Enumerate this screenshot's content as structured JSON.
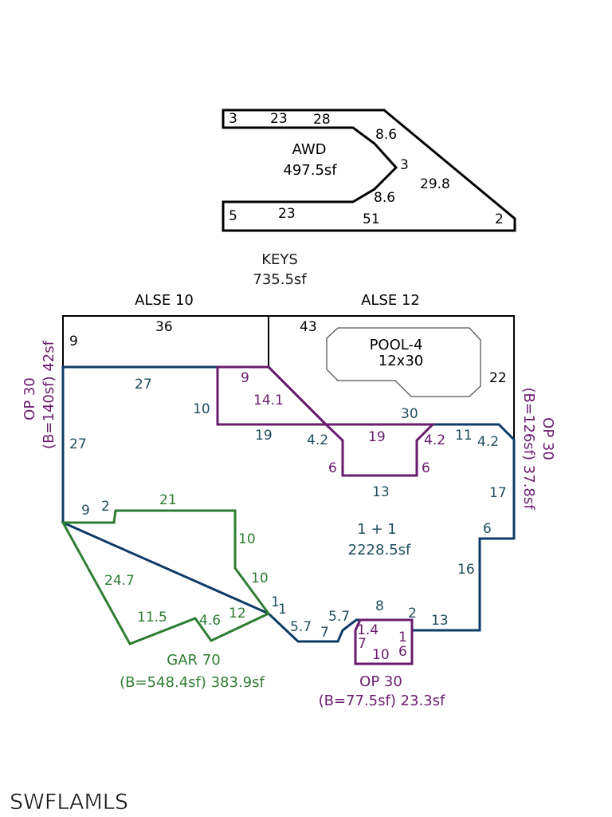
{
  "colors": {
    "black": "#000000",
    "teal": "#1f4e5f",
    "blue": "#0d3b66",
    "purple": "#6a1b6e",
    "green": "#2e7d32",
    "gray": "#444444"
  },
  "awd": {
    "name": "AWD",
    "area": "497.5sf",
    "dims": [
      "3",
      "23",
      "28",
      "8.6",
      "3",
      "29.8",
      "8.6",
      "5",
      "23",
      "51",
      "2"
    ]
  },
  "keys": {
    "name": "KEYS",
    "area": "735.5sf"
  },
  "alse10": {
    "label": "ALSE 10",
    "dims": [
      "36",
      "9"
    ]
  },
  "alse12": {
    "label": "ALSE 12",
    "dims": [
      "43",
      "22"
    ]
  },
  "pool": {
    "label": "POOL-4",
    "size": "12x30"
  },
  "op_left": {
    "line1": "OP 30",
    "line2": "(B=140sf) 42sf"
  },
  "op_right": {
    "line1": "OP 30",
    "line2": "(B=126sf) 37.8sf"
  },
  "op_bottom": {
    "line1": "OP 30",
    "line2": "(B=77.5sf) 23.3sf"
  },
  "main": {
    "name": "1 + 1",
    "area": "2228.5sf",
    "dims": [
      "27",
      "27",
      "30",
      "17",
      "6",
      "16",
      "13",
      "2",
      "8",
      "5.7",
      "7",
      "5.7",
      "1",
      "1",
      "11",
      "4.2"
    ]
  },
  "lanai": {
    "dims": [
      "9",
      "14.1",
      "10",
      "19",
      "4.2",
      "19",
      "4.2",
      "6",
      "6",
      "13"
    ]
  },
  "gar": {
    "name": "GAR 70",
    "area": "(B=548.4sf) 383.9sf",
    "dims": [
      "9",
      "2",
      "21",
      "10",
      "10",
      "24.7",
      "11.5",
      "4.6",
      "12"
    ]
  },
  "op_bottom_dims": [
    "1.4",
    "7",
    "1",
    "10",
    "6"
  ],
  "watermark": "SWFLAMLS"
}
